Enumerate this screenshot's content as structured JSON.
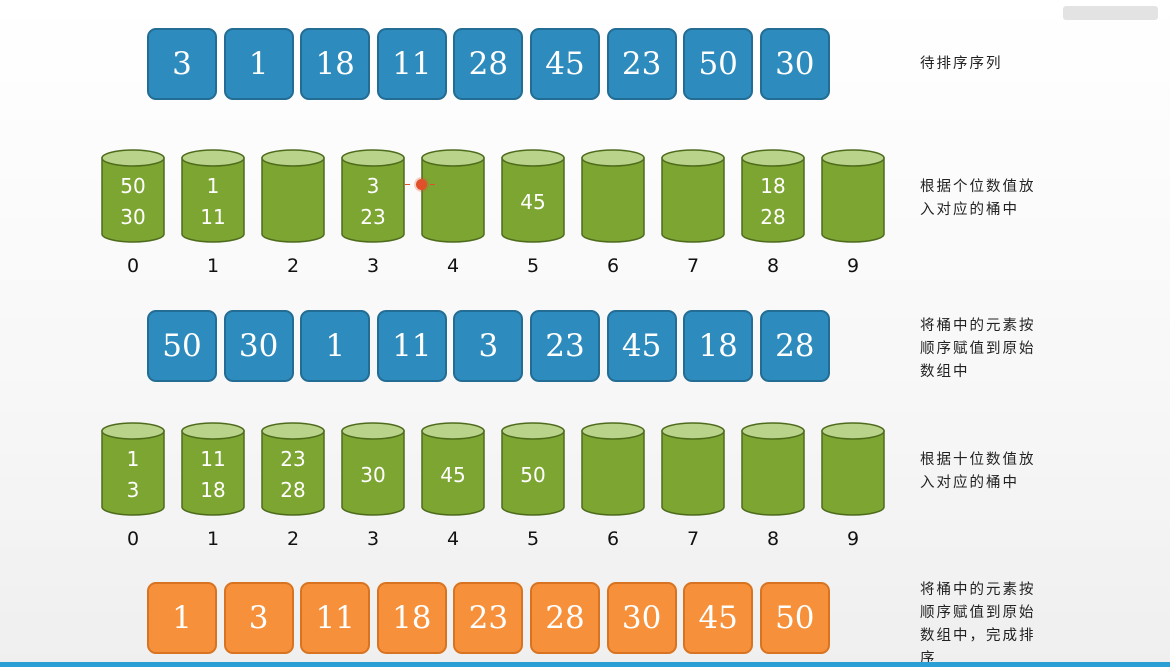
{
  "rows": {
    "input": {
      "caption": [
        "待排序序列"
      ],
      "values": [
        "3",
        "1",
        "18",
        "11",
        "28",
        "45",
        "23",
        "50",
        "30"
      ]
    },
    "ones_buckets": {
      "caption": [
        "根据个位数值放",
        "入对应的桶中"
      ],
      "buckets": [
        [
          "50",
          "30"
        ],
        [
          "1",
          "11"
        ],
        [],
        [
          "3",
          "23"
        ],
        [],
        [
          "45"
        ],
        [],
        [],
        [
          "18",
          "28"
        ],
        []
      ]
    },
    "pass1": {
      "caption": [
        "将桶中的元素按",
        "顺序赋值到原始",
        "数组中"
      ],
      "values": [
        "50",
        "30",
        "1",
        "11",
        "3",
        "23",
        "45",
        "18",
        "28"
      ]
    },
    "tens_buckets": {
      "caption": [
        "根据十位数值放",
        "入对应的桶中"
      ],
      "buckets": [
        [
          "1",
          "3"
        ],
        [
          "11",
          "18"
        ],
        [
          "23",
          "28"
        ],
        [
          "30"
        ],
        [
          "45"
        ],
        [
          "50"
        ],
        [],
        [],
        [],
        []
      ]
    },
    "sorted": {
      "caption": [
        "将桶中的元素按",
        "顺序赋值到原始",
        "数组中，完成排",
        "序"
      ],
      "values": [
        "1",
        "3",
        "11",
        "18",
        "23",
        "28",
        "30",
        "45",
        "50"
      ]
    }
  },
  "bucket_indices": [
    "0",
    "1",
    "2",
    "3",
    "4",
    "5",
    "6",
    "7",
    "8",
    "9"
  ],
  "colors": {
    "array_box": "#2e8bbd",
    "sorted_box": "#f7903a",
    "bucket_body": "#7da532",
    "bucket_top": "#b9d48a",
    "bucket_edge": "#4e6b1c"
  }
}
